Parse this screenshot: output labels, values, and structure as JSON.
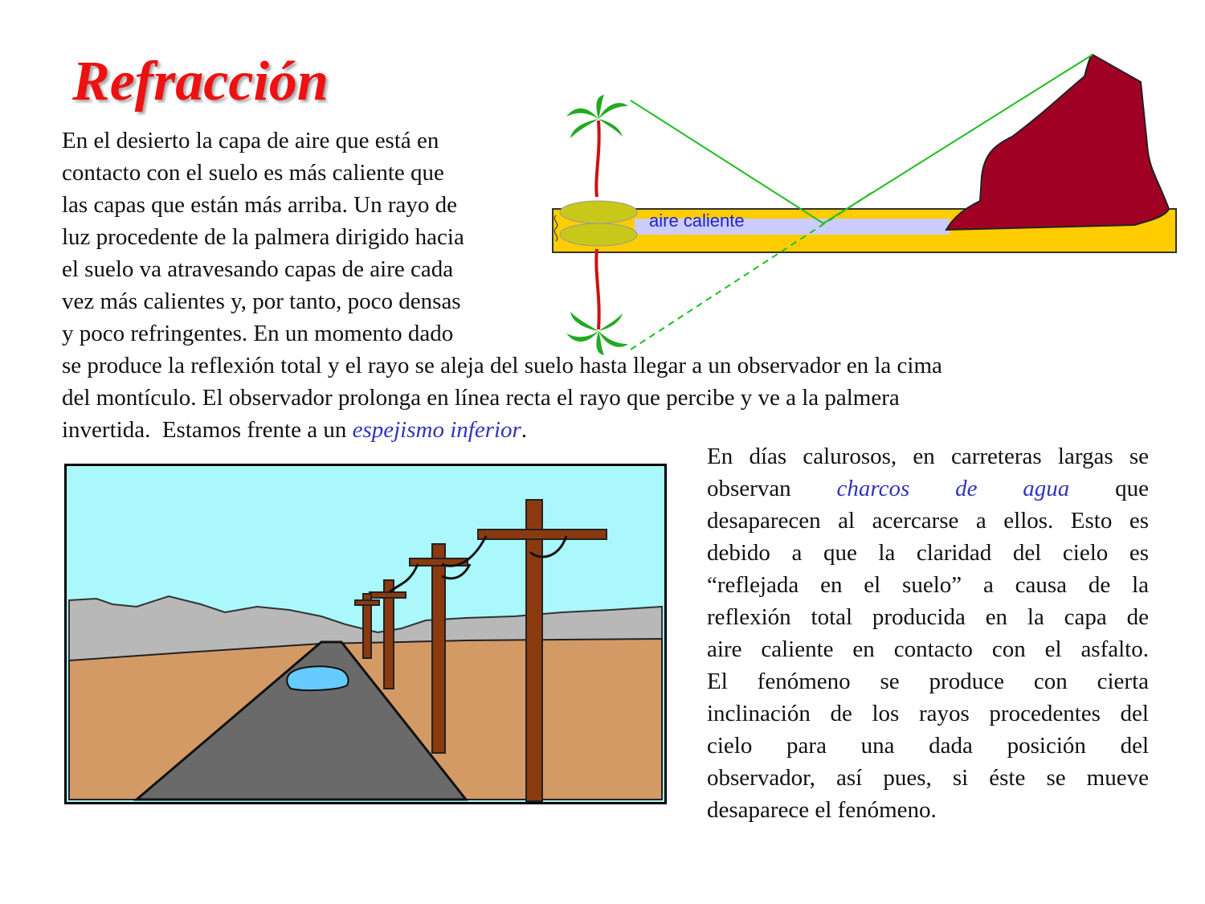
{
  "title": "Refracción",
  "paragraph1": {
    "lines": [
      "En el desierto la capa de aire que está en",
      "contacto con el suelo es más caliente que",
      "las capas que están más arriba. Un rayo de",
      "luz procedente de la palmera dirigido hacia",
      "el suelo  va atravesando capas de aire cada",
      "vez más calientes y, por tanto, poco densas",
      "y poco refringentes. En un momento dado",
      "se produce la reflexión total y el rayo se aleja del suelo hasta llegar a un observador en la cima",
      "del montículo. El observador prolonga en línea recta el rayo que percibe y ve a la palmera"
    ],
    "last_line_prefix": "invertida.  Estamos frente a un ",
    "highlight": "espejismo inferior",
    "last_line_suffix": "."
  },
  "paragraph2": {
    "line1": "En días calurosos, en carreteras largas se",
    "line2_prefix": "observan",
    "line2_highlight": "charcos de agua",
    "line2_suffix": "que",
    "lines": [
      "desaparecen al acercarse a ellos. Esto es",
      "debido a que la claridad del cielo es",
      "“reflejada en el suelo” a causa de la",
      "reflexión total producida en la capa de",
      "aire caliente en contacto con el asfalto.",
      "El fenómeno se produce con cierta",
      "inclinación de los rayos procedentes del",
      "cielo para una dada posición del",
      "observador, así pues, si éste se mueve"
    ],
    "last_line": "desaparece el fenómeno."
  },
  "diagram": {
    "air_label": "aire caliente",
    "colors": {
      "ground": "#ffcc00",
      "hot_air_layer": "#ccccff",
      "mound": "#a00024",
      "ray": "#22bb22",
      "palm_leaves": "#22aa22",
      "palm_trunk": "#cc1111",
      "label": "#2222cc"
    }
  },
  "road_scene": {
    "colors": {
      "sky": "#aaf8fc",
      "mountains": "#b8b8b8",
      "desert": "#d49a66",
      "road": "#6a6a6a",
      "pole": "#8b3a10",
      "puddle": "#66ccff"
    }
  }
}
